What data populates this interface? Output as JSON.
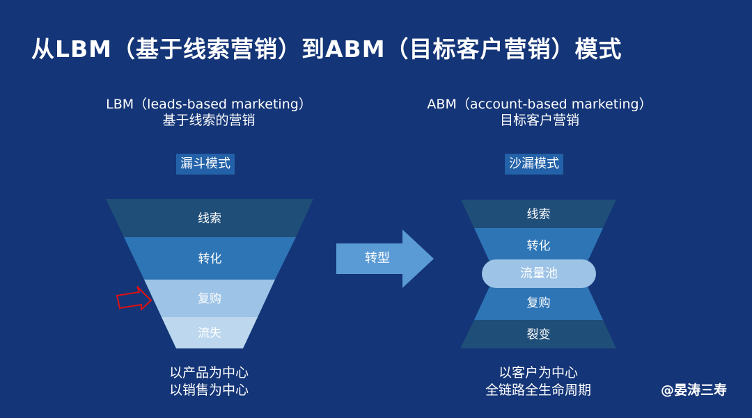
{
  "title": "从LBM（基于线索营销）到ABM（目标客户营销）模式",
  "left": {
    "heading_en": "LBM（leads-based marketing）",
    "heading_cn": "基于线索的营销",
    "tag": "漏斗模式",
    "stages": [
      {
        "label": "线索",
        "color": "#1f4e79"
      },
      {
        "label": "转化",
        "color": "#2e75b6"
      },
      {
        "label": "复购",
        "color": "#9dc3e6"
      },
      {
        "label": "流失",
        "color": "#bdd7ee"
      }
    ],
    "footer": [
      "以产品为中心",
      "以销售为中心"
    ]
  },
  "transition": {
    "label": "转型",
    "color": "#5b9bd5"
  },
  "right": {
    "heading_en": "ABM（account-based marketing）",
    "heading_cn": "目标客户营销",
    "tag": "沙漏模式",
    "stages": [
      {
        "label": "线索",
        "color": "#1f4e79"
      },
      {
        "label": "转化",
        "color": "#2e75b6"
      },
      {
        "label": "流量池",
        "color": "#9dc3e6"
      },
      {
        "label": "复购",
        "color": "#2e75b6"
      },
      {
        "label": "裂变",
        "color": "#1f4e79"
      }
    ],
    "footer": [
      "以客户为中心",
      "全链路全生命周期"
    ]
  },
  "watermark": "@晏涛三寿"
}
